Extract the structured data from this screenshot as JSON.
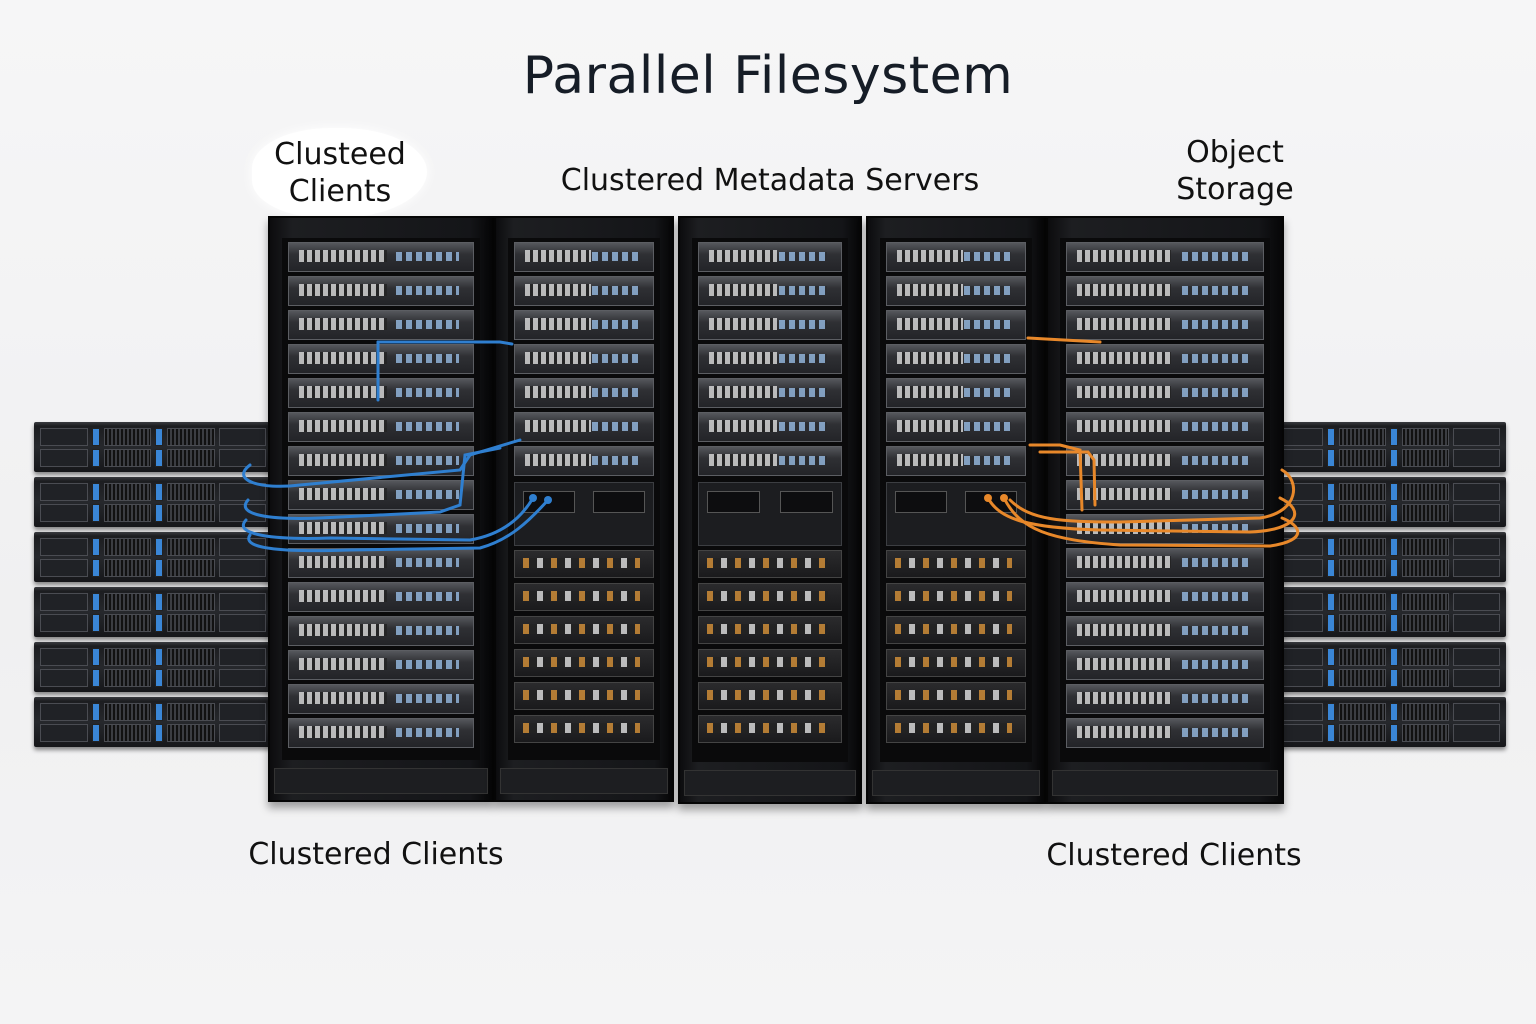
{
  "title": "Parallel Filesystem",
  "labels": {
    "top_left": [
      "Clusteed",
      "Clients"
    ],
    "top_center": "Clustered Metadata Servers",
    "top_right": [
      "Object",
      "Storage"
    ],
    "bottom_left": "Clustered Clients",
    "bottom_right": "Clustered Clients"
  },
  "colors": {
    "client_cables": "#2f7fd0",
    "storage_cables": "#e8882a",
    "rack_body": "#121316",
    "background": "#f3f3f4"
  },
  "components": {
    "left_stack_units": 6,
    "right_stack_units": 6,
    "racks": [
      {
        "role": "clients",
        "servers": 15,
        "storage_units": 0
      },
      {
        "role": "metadata",
        "servers": 7,
        "storage_units": 6
      },
      {
        "role": "metadata",
        "servers": 7,
        "storage_units": 6
      },
      {
        "role": "metadata",
        "servers": 7,
        "storage_units": 6
      },
      {
        "role": "object-storage",
        "servers": 15,
        "storage_units": 0
      }
    ]
  }
}
